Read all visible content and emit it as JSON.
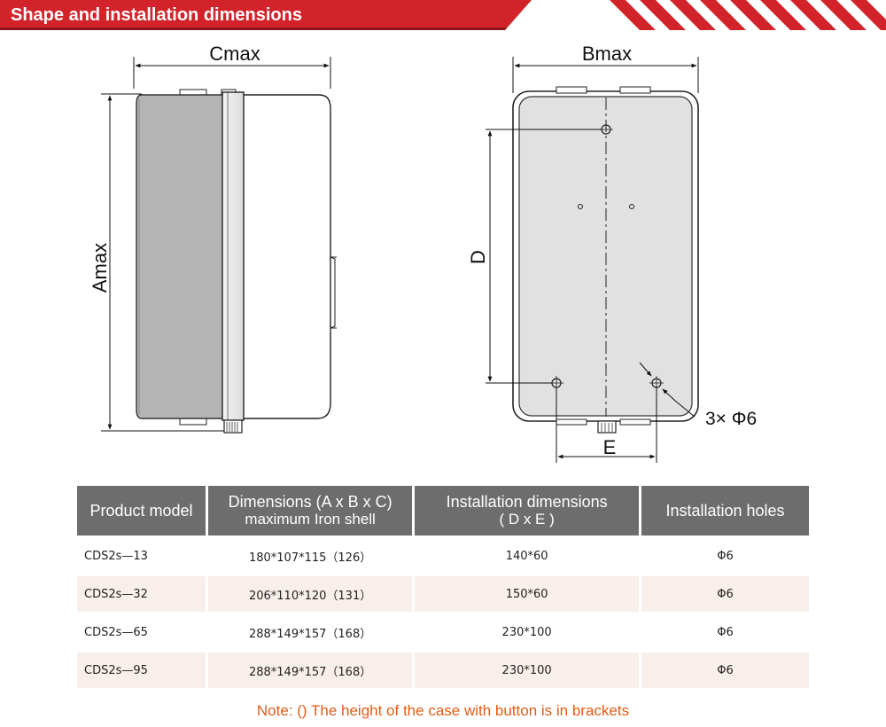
{
  "header": {
    "title": "Shape and installation dimensions",
    "accent_color": "#d2232a"
  },
  "drawing": {
    "side_view": {
      "width_label": "Cmax",
      "height_label": "Amax"
    },
    "front_view": {
      "width_label": "Bmax",
      "hole_spacing_vertical_label": "D",
      "hole_spacing_horizontal_label": "E",
      "hole_callout": "3× Φ6"
    }
  },
  "table": {
    "headers": [
      {
        "line1": "Product model",
        "line2": ""
      },
      {
        "line1": "Dimensions (A x B x C)",
        "line2": "maximum Iron shell"
      },
      {
        "line1": "Installation dimensions",
        "line2": "( D x E )"
      },
      {
        "line1": "Installation holes",
        "line2": ""
      }
    ],
    "rows": [
      {
        "model": "CDS2s—13",
        "dimensions": "180*107*115（126）",
        "installation": "140*60",
        "holes": "Φ6"
      },
      {
        "model": "CDS2s—32",
        "dimensions": "206*110*120（131）",
        "installation": "150*60",
        "holes": "Φ6"
      },
      {
        "model": "CDS2s—65",
        "dimensions": "288*149*157（168）",
        "installation": "230*100",
        "holes": "Φ6"
      },
      {
        "model": "CDS2s—95",
        "dimensions": "288*149*157（168）",
        "installation": "230*100",
        "holes": "Φ6"
      }
    ]
  },
  "note": "Note: () The height of the case with button is in brackets",
  "colors": {
    "header_cell": "#6d6d6d",
    "row_shade": "#f8eeea",
    "note_text": "#e25c14"
  }
}
